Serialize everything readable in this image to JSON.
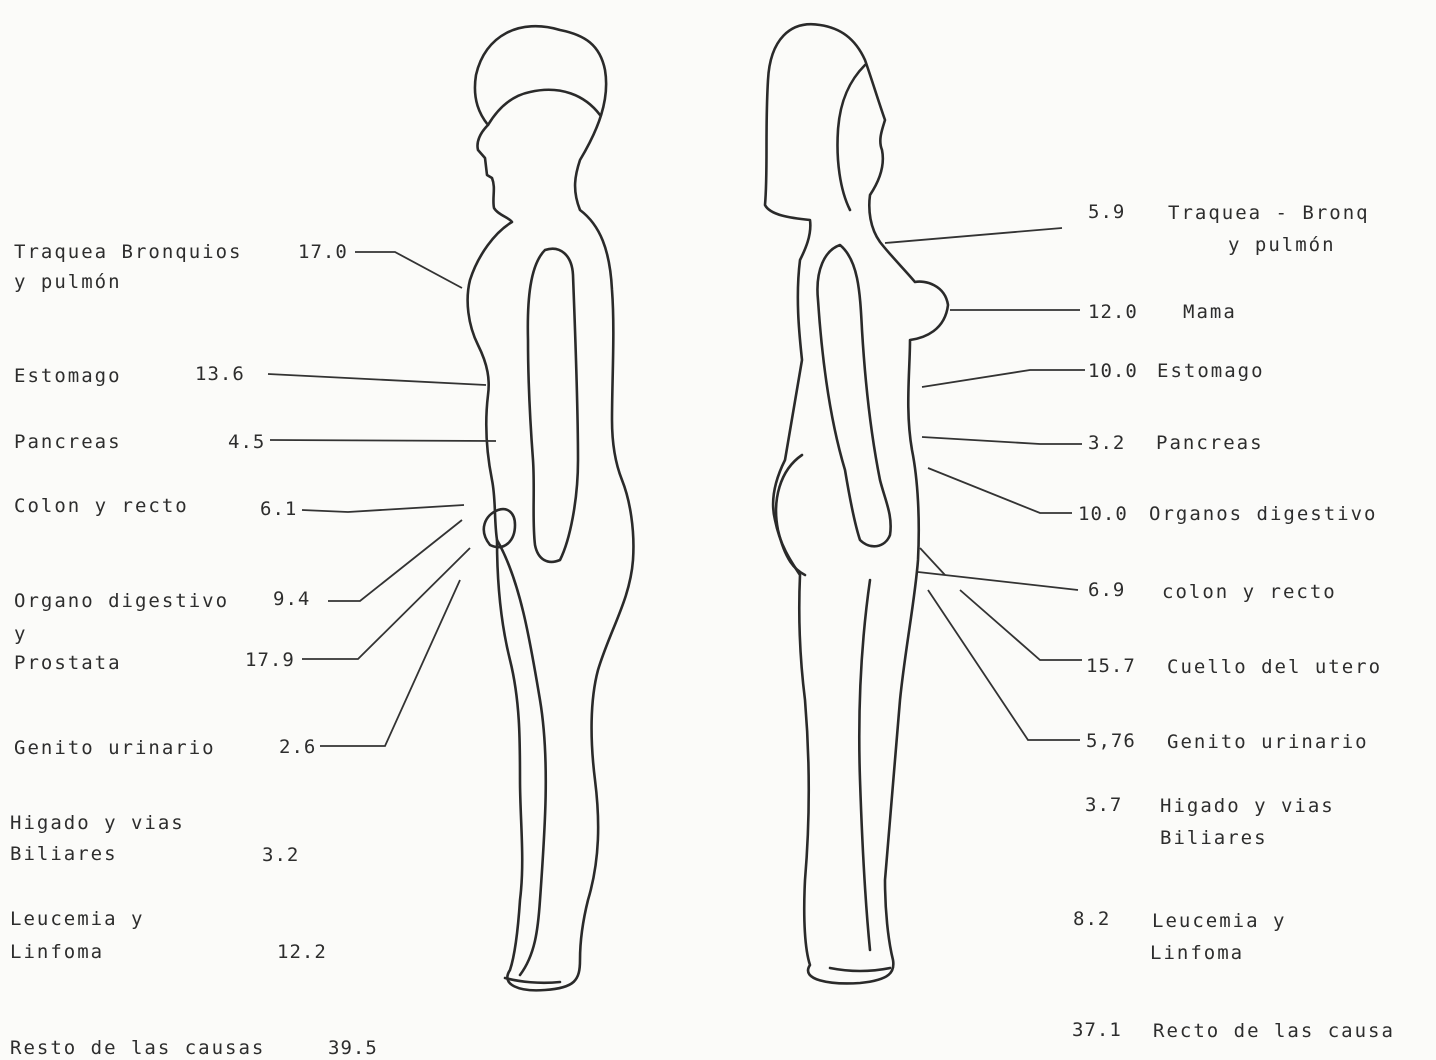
{
  "male": {
    "entries": [
      {
        "id": "traquea",
        "line1": "Traquea Bronquios",
        "line2": "y pulmón",
        "value": "17.0"
      },
      {
        "id": "estomago",
        "line1": "Estomago",
        "value": "13.6"
      },
      {
        "id": "pancreas",
        "line1": "Pancreas",
        "value": "4.5"
      },
      {
        "id": "colon",
        "line1": "Colon  y recto",
        "value": "6.1"
      },
      {
        "id": "organo",
        "line1": "Organo digestivo",
        "line2": "y",
        "value": "9.4"
      },
      {
        "id": "prostata",
        "line1": "Prostata",
        "value": "17.9"
      },
      {
        "id": "genito",
        "line1": "Genito  urinario",
        "value": "2.6"
      },
      {
        "id": "higado",
        "line1": "Higado y  vias",
        "line2": "Biliares",
        "value": "3.2"
      },
      {
        "id": "leucemia",
        "line1": "Leucemia   y",
        "line2": "Linfoma",
        "value": "12.2"
      },
      {
        "id": "resto",
        "line1": "Resto de las causas",
        "value": "39.5"
      }
    ]
  },
  "female": {
    "entries": [
      {
        "id": "traquea",
        "value": "5.9",
        "line1": "Traquea  - Bronq",
        "line2": "y pulmón"
      },
      {
        "id": "mama",
        "value": "12.0",
        "line1": "Mama"
      },
      {
        "id": "estomago",
        "value": "10.0",
        "line1": "Estomago"
      },
      {
        "id": "pancreas",
        "value": "3.2",
        "line1": "Pancreas"
      },
      {
        "id": "organos",
        "value": "10.0",
        "line1": "Organos digestivo"
      },
      {
        "id": "colon",
        "value": "6.9",
        "line1": "colon y recto"
      },
      {
        "id": "cuello",
        "value": "15.7",
        "line1": "Cuello del utero"
      },
      {
        "id": "genito",
        "value": "5,76",
        "line1": "Genito  urinario"
      },
      {
        "id": "higado",
        "value": "3.7",
        "line1": "Higado y  vias",
        "line2": "Biliares"
      },
      {
        "id": "leucemia",
        "value": "8.2",
        "line1": "Leucemia   y",
        "line2": "Linfoma"
      },
      {
        "id": "resto",
        "value": "37.1",
        "line1": "Recto de las causa"
      }
    ]
  },
  "colors": {
    "ink": "#2d2d2d",
    "paper": "#fbfbf9"
  }
}
